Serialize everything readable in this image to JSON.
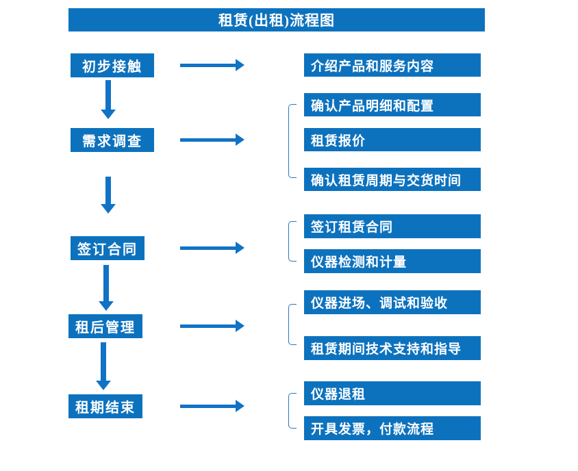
{
  "title": "租赁(出租)流程图",
  "colors": {
    "box_blue": "#0d72be",
    "arrow_blue": "#1173c6",
    "bracket_blue": "#2e75b6",
    "text_white": "#ffffff",
    "background": "#ffffff"
  },
  "flow": {
    "steps": [
      {
        "label": "初步接触",
        "outputs": [
          "介绍产品和服务内容"
        ]
      },
      {
        "label": "需求调查",
        "outputs": [
          "确认产品明细和配置",
          "租赁报价",
          "确认租赁周期与交货时间"
        ]
      },
      {
        "label": "签订合同",
        "outputs": [
          "签订租赁合同",
          "仪器检测和计量"
        ]
      },
      {
        "label": "租后管理",
        "outputs": [
          "仪器进场、调试和验收",
          "租赁期间技术支持和指导"
        ]
      },
      {
        "label": "租期结束",
        "outputs": [
          "仪器退租",
          "开具发票，付款流程"
        ]
      }
    ]
  }
}
